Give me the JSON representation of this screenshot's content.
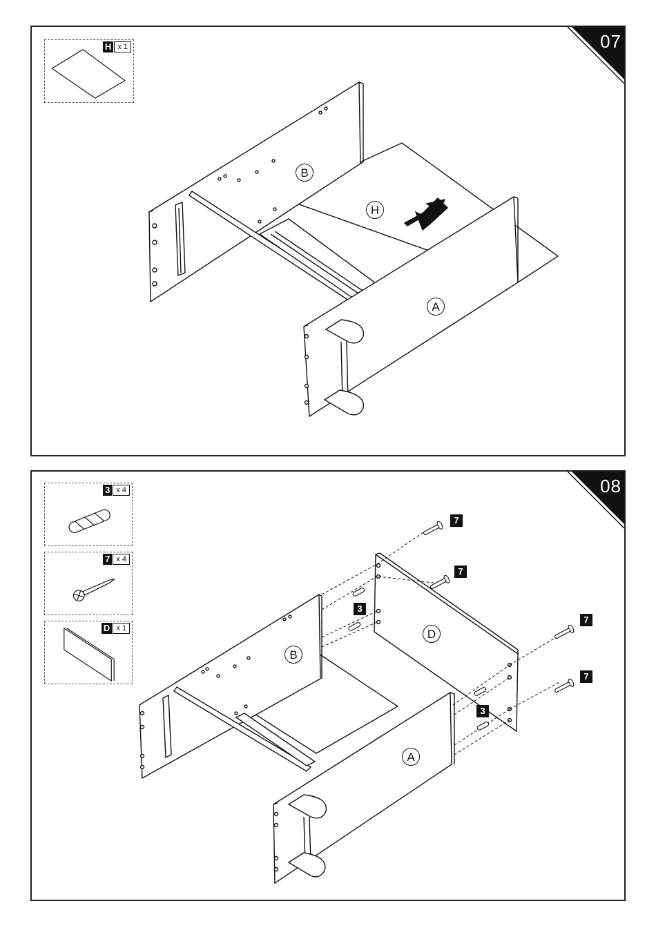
{
  "steps": [
    {
      "number": "07",
      "parts": [
        {
          "code": "H",
          "qty": "x 1",
          "icon": "panel-icon"
        }
      ],
      "labels": {
        "B": "B",
        "H": "H",
        "A": "A"
      }
    },
    {
      "number": "08",
      "parts": [
        {
          "code": "3",
          "qty": "x 4",
          "icon": "dowel-icon"
        },
        {
          "code": "7",
          "qty": "x 4",
          "icon": "screw-icon"
        },
        {
          "code": "D",
          "qty": "x 1",
          "icon": "panel-icon"
        }
      ],
      "labels": {
        "B": "B",
        "D": "D",
        "A": "A"
      },
      "tags": {
        "screw": "7",
        "dowel": "3"
      }
    }
  ],
  "colors": {
    "line": "#111111",
    "fill": "#ffffff"
  }
}
